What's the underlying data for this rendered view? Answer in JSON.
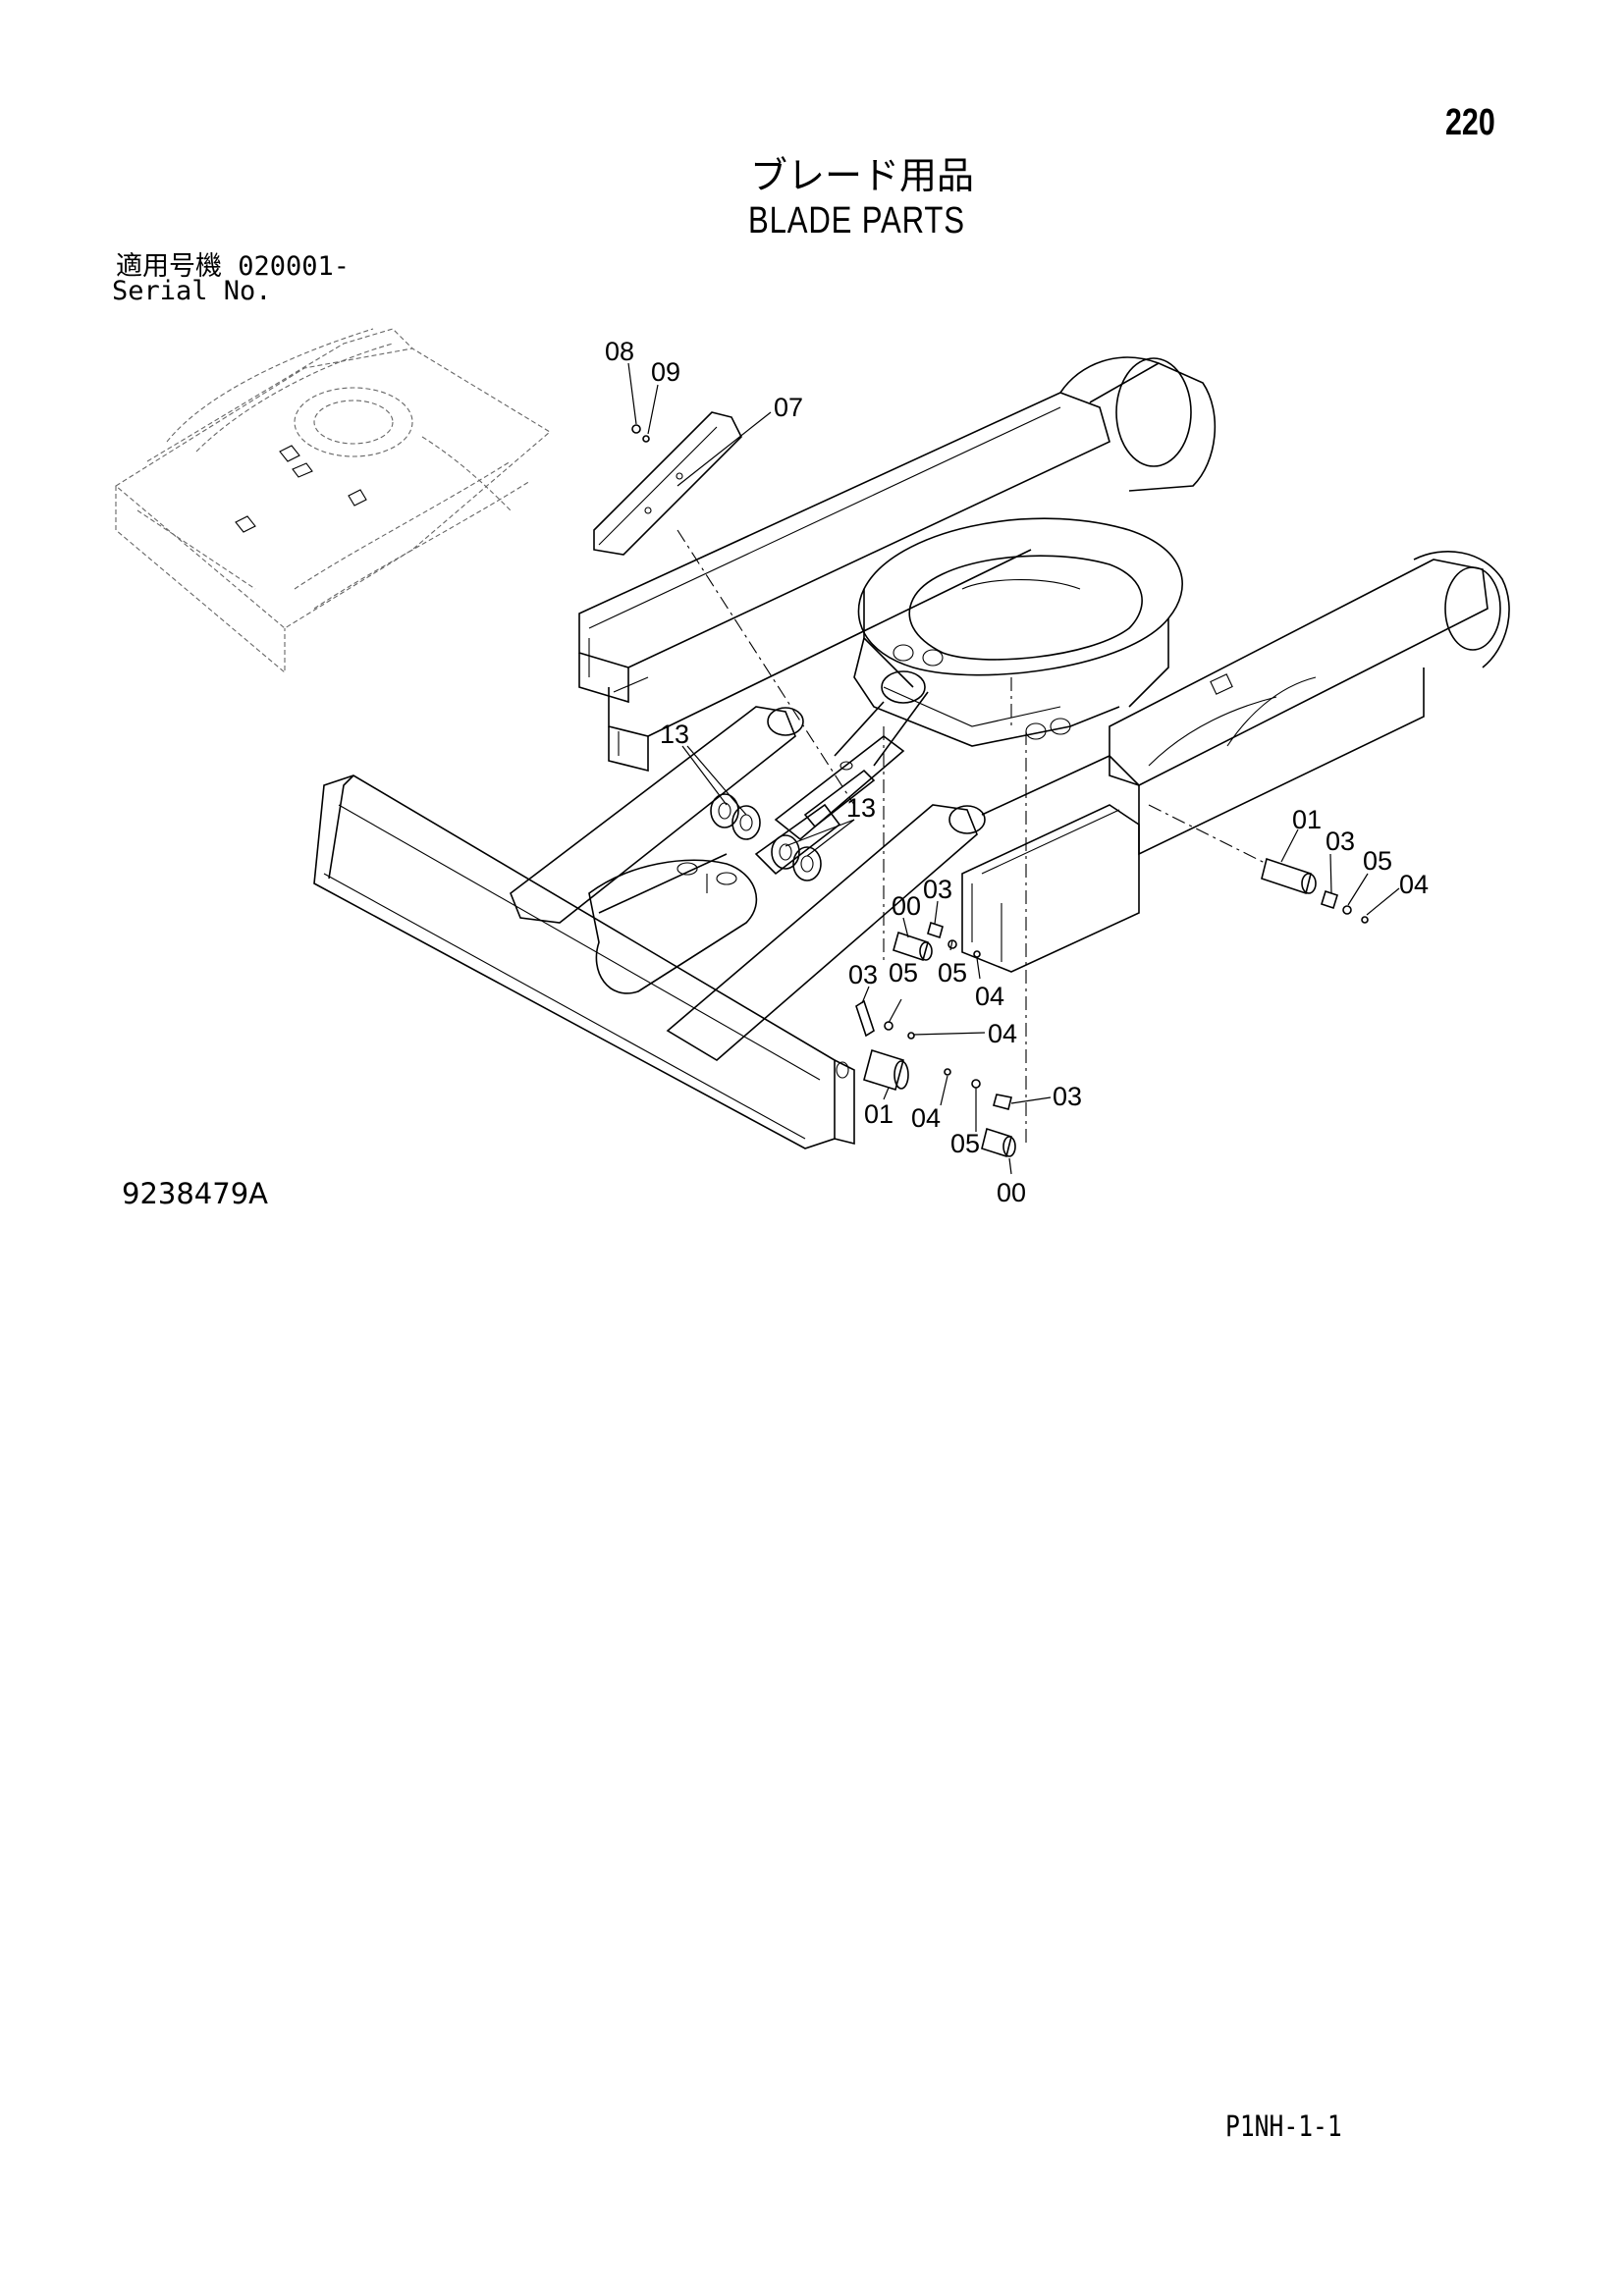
{
  "header": {
    "page_number": "220",
    "title_jp": "ブレード用品",
    "title_en": "BLADE PARTS",
    "serial_jp": "適用号機  020001-",
    "serial_en": "Serial No."
  },
  "diagram": {
    "drawing_number": "9238479A",
    "callouts": [
      "08",
      "09",
      "07",
      "13",
      "13",
      "01",
      "03",
      "05",
      "04",
      "00",
      "03",
      "05",
      "04",
      "03",
      "05",
      "04",
      "01",
      "04",
      "05",
      "03",
      "00"
    ]
  },
  "footer": {
    "page_code": "P1NH-1-1"
  }
}
